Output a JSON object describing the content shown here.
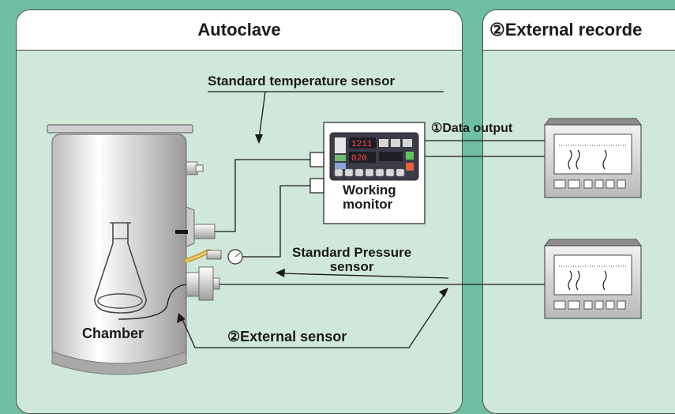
{
  "panels": {
    "autoclave": {
      "title": "Autoclave"
    },
    "recorder": {
      "title": "②External recorde"
    }
  },
  "labels": {
    "standard_temp_sensor": "Standard temperature sensor",
    "data_output": "①Data output",
    "working_monitor_line1": "Working",
    "working_monitor_line2": "monitor",
    "standard_pressure_sensor_line1": "Standard Pressure",
    "standard_pressure_sensor_line2": "sensor",
    "chamber": "Chamber",
    "external_sensor": "②External sensor"
  },
  "colors": {
    "background": "#6fbfa2",
    "panel_fill": "#cfe8da",
    "line": "#1a1a1a"
  }
}
